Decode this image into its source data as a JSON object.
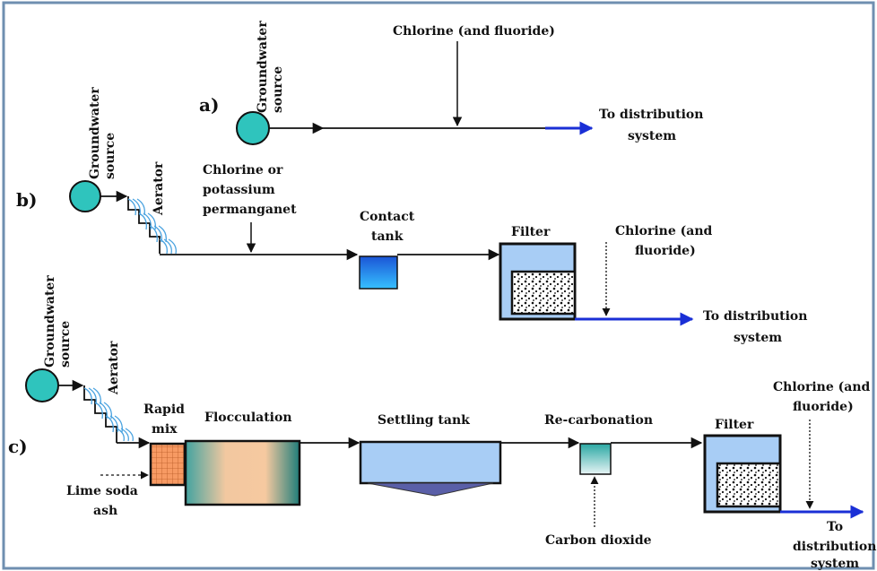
{
  "panels": {
    "a": {
      "letter": "a)",
      "source": [
        "Groundwater",
        "source"
      ],
      "chlorine": "Chlorine (and fluoride)",
      "distribution": [
        "To distribution",
        "system"
      ]
    },
    "b": {
      "letter": "b)",
      "source": [
        "Groundwater",
        "source"
      ],
      "aerator": "Aerator",
      "oxidant": [
        "Chlorine or",
        "potassium",
        "permanganet"
      ],
      "contact_tank": [
        "Contact",
        "tank"
      ],
      "filter": "Filter",
      "chlorine": [
        "Chlorine (and",
        "fluoride)"
      ],
      "distribution": [
        "To distribution",
        "system"
      ]
    },
    "c": {
      "letter": "c)",
      "source": [
        "Groundwater",
        "source"
      ],
      "aerator": "Aerator",
      "rapid_mix": [
        "Rapid",
        "mix"
      ],
      "flocculation": "Flocculation",
      "lime": [
        "Lime soda",
        "ash"
      ],
      "settling": "Settling tank",
      "recarbonation": "Re-carbonation",
      "co2": "Carbon dioxide",
      "filter": "Filter",
      "chlorine": [
        "Chlorine (and",
        "fluoride)"
      ],
      "distribution": [
        "To",
        "distribution",
        "system"
      ]
    }
  },
  "colors": {
    "frame": "#6f8fb0",
    "source_fill": "#2fc4bd",
    "tank_blue": "#a8cdf5",
    "aerator_blue": "#4aa3e0",
    "distribution_arrow": "#1a2fd6",
    "rapid_mix": "#f79a63"
  }
}
